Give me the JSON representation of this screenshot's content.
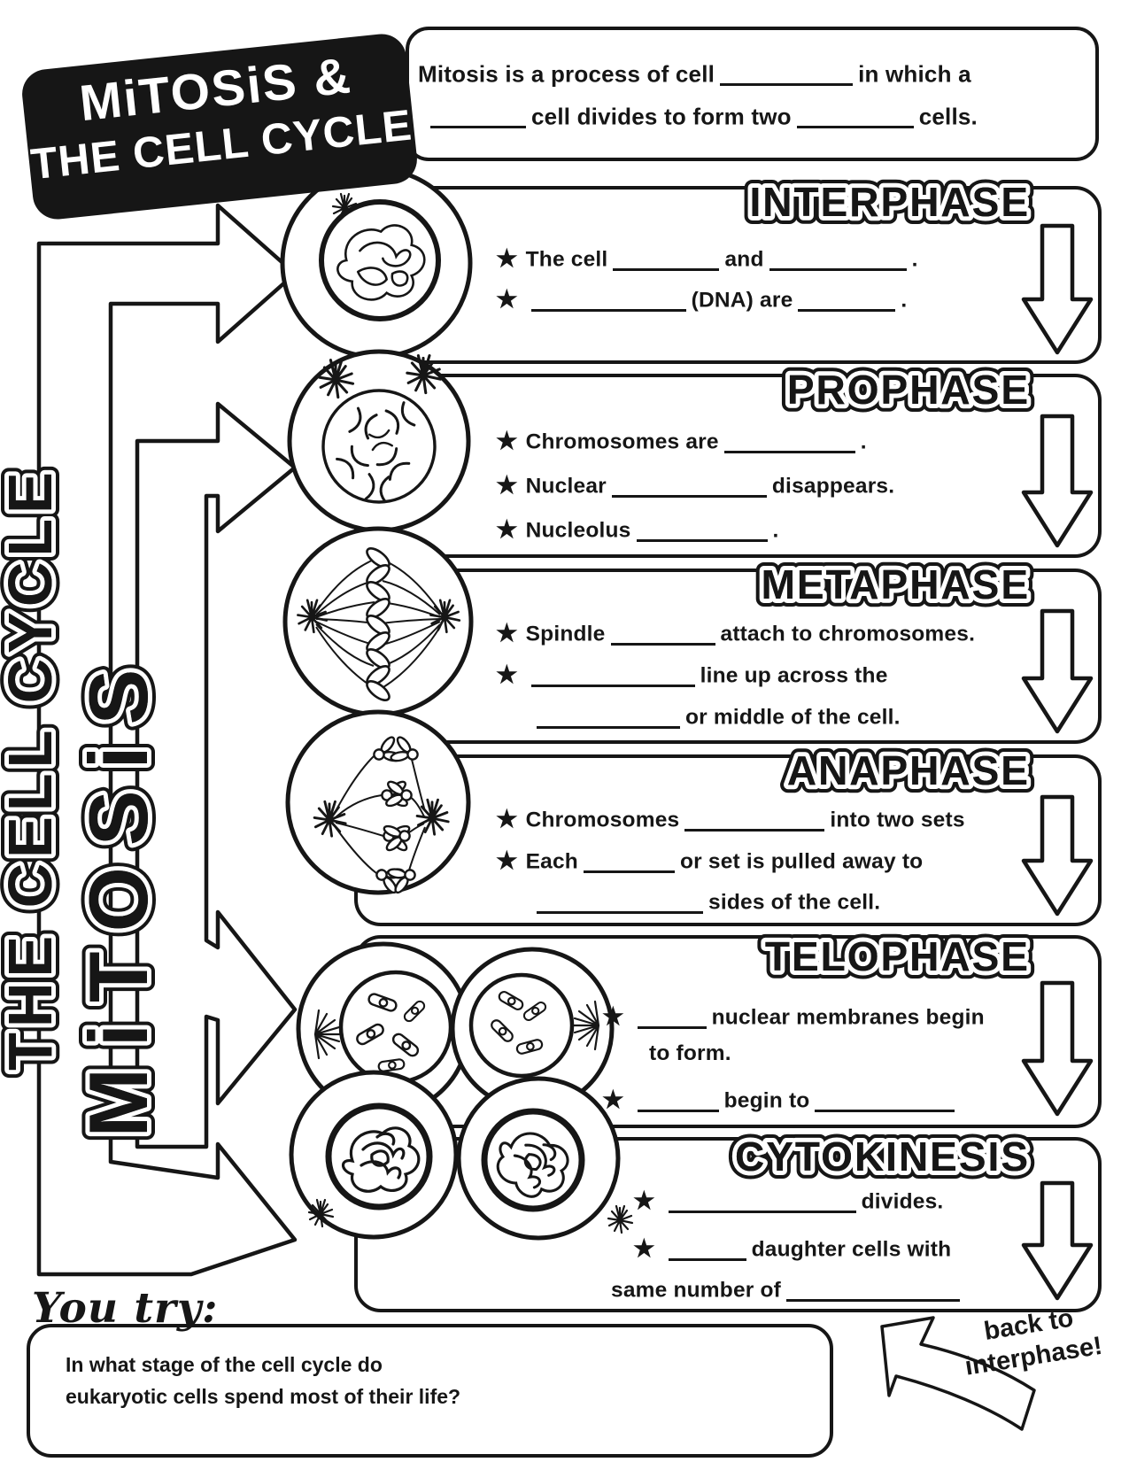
{
  "page": {
    "background": "#ffffff",
    "ink": "#161616"
  },
  "title": {
    "line1": "MiTOSiS &",
    "line2": "THE CELL CYCLE"
  },
  "intro": {
    "lines": [
      [
        {
          "t": "Mitosis is a process of cell"
        },
        {
          "u": 150
        },
        {
          "t": "in which a"
        }
      ],
      [
        {
          "u": 108
        },
        {
          "t": "cell divides to form two"
        },
        {
          "u": 132
        },
        {
          "t": "cells."
        }
      ]
    ]
  },
  "side_labels": {
    "outer": "THE CELL CYCLE",
    "inner": "MiTOSiS"
  },
  "sections": [
    {
      "id": "interphase",
      "title": "INTERPHASE",
      "diagram": "interphase-cell-diagram",
      "lines": [
        [
          {
            "s": true
          },
          {
            "t": "The cell"
          },
          {
            "u": 120
          },
          {
            "t": "and"
          },
          {
            "u": 155
          },
          {
            "t": "."
          }
        ],
        [
          {
            "s": true
          },
          {
            "u": 175
          },
          {
            "t": "(DNA) are"
          },
          {
            "u": 110
          },
          {
            "t": "."
          }
        ]
      ]
    },
    {
      "id": "prophase",
      "title": "PROPHASE",
      "diagram": "prophase-cell-diagram",
      "lines": [
        [
          {
            "s": true
          },
          {
            "t": "Chromosomes are"
          },
          {
            "u": 148
          },
          {
            "t": "."
          }
        ],
        [
          {
            "s": true
          },
          {
            "t": "Nuclear"
          },
          {
            "u": 175
          },
          {
            "t": "disappears."
          }
        ],
        [
          {
            "s": true
          },
          {
            "t": "Nucleolus"
          },
          {
            "u": 148
          },
          {
            "t": "."
          }
        ]
      ]
    },
    {
      "id": "metaphase",
      "title": "METAPHASE",
      "diagram": "metaphase-cell-diagram",
      "lines": [
        [
          {
            "s": true
          },
          {
            "t": "Spindle"
          },
          {
            "u": 118
          },
          {
            "t": "attach to chromosomes."
          }
        ],
        [
          {
            "s": true
          },
          {
            "u": 185
          },
          {
            "t": "line up across the"
          }
        ],
        [
          {
            "u": 162
          },
          {
            "t": "or middle of the cell."
          }
        ]
      ]
    },
    {
      "id": "anaphase",
      "title": "ANAPHASE",
      "diagram": "anaphase-cell-diagram",
      "lines": [
        [
          {
            "s": true
          },
          {
            "t": "Chromosomes"
          },
          {
            "u": 158
          },
          {
            "t": "into two sets"
          }
        ],
        [
          {
            "s": true
          },
          {
            "t": "Each"
          },
          {
            "u": 103
          },
          {
            "t": "or set is pulled away to"
          }
        ],
        [
          {
            "u": 188
          },
          {
            "t": "sides of the cell."
          }
        ]
      ]
    },
    {
      "id": "telophase",
      "title": "TELOPHASE",
      "diagram": "telophase-cells-diagram",
      "lines": [
        [
          {
            "s": true
          },
          {
            "u": 78
          },
          {
            "t": "nuclear membranes begin"
          }
        ],
        [
          {
            "t": "to form."
          }
        ],
        [
          {
            "s": true
          },
          {
            "u": 92
          },
          {
            "t": "begin to"
          },
          {
            "u": 158
          }
        ]
      ]
    },
    {
      "id": "cytokinesis",
      "title": "CYTOKINESIS",
      "diagram": "cytokinesis-cells-diagram",
      "lines": [
        [
          {
            "s": true
          },
          {
            "u": 212
          },
          {
            "t": "divides."
          }
        ],
        [
          {
            "s": true
          },
          {
            "u": 88
          },
          {
            "t": "daughter cells with"
          }
        ],
        [
          {
            "t": "same number of"
          },
          {
            "u": 196
          }
        ]
      ]
    }
  ],
  "you_try": {
    "label": "You try:",
    "q1": "In what stage of the cell cycle do",
    "q2": "eukaryotic cells spend most of their life?"
  },
  "back_arrow": {
    "line1": "back to",
    "line2": "interphase!"
  }
}
